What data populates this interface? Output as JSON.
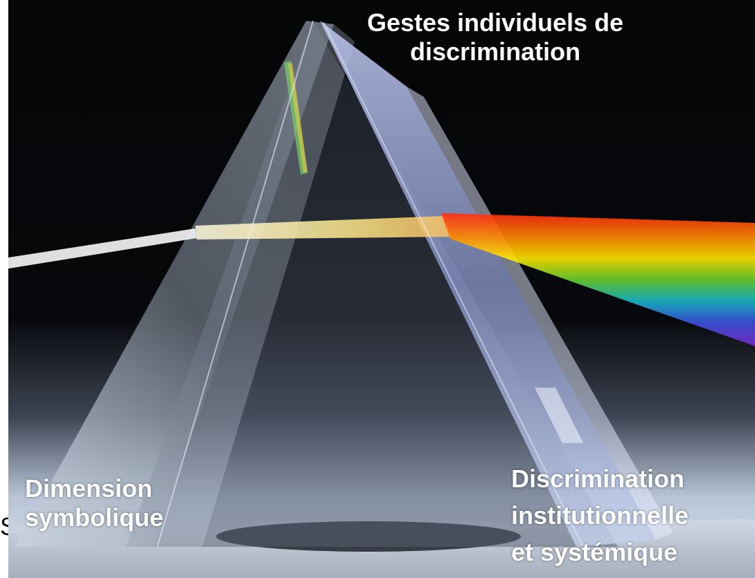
{
  "slide": {
    "image": {
      "subject": "prism-photo"
    },
    "labels": {
      "top": [
        "Gestes individuels de",
        "discrimination"
      ],
      "bottom_left": [
        "Dimension",
        "symbolique"
      ],
      "bottom_right": [
        "Discrimination",
        "institutionnelle",
        "et systémique"
      ]
    },
    "edge_glyph": "S"
  },
  "colors": {
    "label_text": "#ffffff",
    "background": "#000000",
    "beam": "#f2f2f2"
  }
}
